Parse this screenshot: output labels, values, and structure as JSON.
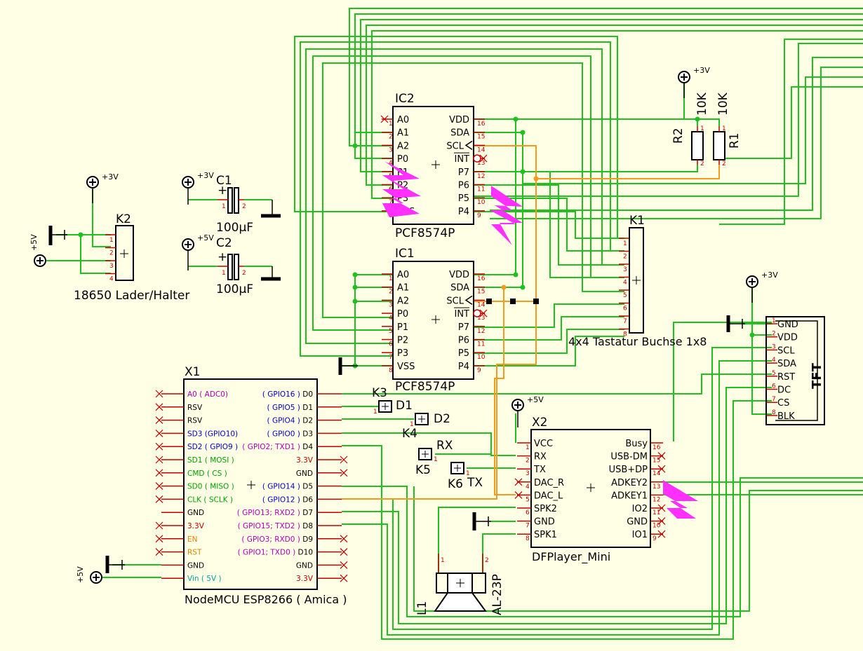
{
  "ic2": {
    "ref": "IC2",
    "part": "PCF8574P",
    "left": [
      "A0",
      "A1",
      "A2",
      "P0",
      "P1",
      "P2",
      "P3",
      "VSS"
    ],
    "left_nums": [
      "1",
      "2",
      "3",
      "4",
      "5",
      "6",
      "7",
      "8"
    ],
    "right": [
      "VDD",
      "SDA",
      "SCL",
      "INT",
      "P7",
      "P6",
      "P5",
      "P4"
    ],
    "right_nums": [
      "16",
      "15",
      "14",
      "13",
      "12",
      "11",
      "10",
      "9"
    ]
  },
  "ic1": {
    "ref": "IC1",
    "part": "PCF8574P",
    "left": [
      "A0",
      "A1",
      "A2",
      "P0",
      "P1",
      "P2",
      "P3",
      "VSS"
    ],
    "left_nums": [
      "1",
      "2",
      "3",
      "4",
      "5",
      "6",
      "7",
      "8"
    ],
    "right": [
      "VDD",
      "SDA",
      "SCL",
      "INT",
      "P7",
      "P6",
      "P5",
      "P4"
    ],
    "right_nums": [
      "16",
      "15",
      "14",
      "13",
      "12",
      "11",
      "10",
      "9"
    ]
  },
  "k2": {
    "ref": "K2",
    "label": "18650 Lader/Halter",
    "nums": [
      "1",
      "2",
      "3",
      "4"
    ]
  },
  "c1": {
    "ref": "C1",
    "value": "100µF",
    "plus": "+",
    "p1": "1",
    "p2": "2"
  },
  "c2": {
    "ref": "C2",
    "value": "100µF",
    "plus": "+",
    "p1": "1",
    "p2": "2"
  },
  "r1": {
    "ref": "R1",
    "value": "10K",
    "p1": "1",
    "p2": "2"
  },
  "r2": {
    "ref": "R2",
    "value": "10K",
    "p1": "1",
    "p2": "2"
  },
  "k1": {
    "ref": "K1",
    "label": "4x4 Tastatur Buchse 1x8",
    "nums": [
      "1",
      "2",
      "3",
      "4",
      "5",
      "6",
      "7",
      "8"
    ]
  },
  "tft": {
    "title": "TFT",
    "pins": [
      "GND",
      "VDD",
      "SCL",
      "SDA",
      "RST",
      "DC",
      "CS",
      "BLK"
    ],
    "nums": [
      "1",
      "2",
      "3",
      "4",
      "5",
      "6",
      "7",
      "8"
    ]
  },
  "x1": {
    "ref": "X1",
    "label": "NodeMCU ESP8266 ( Amica )",
    "left": [
      {
        "t": "A0 ( ADC0)",
        "c": "#B000B0"
      },
      {
        "t": "RSV",
        "c": "#000000"
      },
      {
        "t": "RSV",
        "c": "#000000"
      },
      {
        "t": "SD3 (GPIO10)",
        "c": "#0000C0"
      },
      {
        "t": "SD2 ( GPIO9 )",
        "c": "#0000C0"
      },
      {
        "t": "SD1 ( MOSI )",
        "c": "#00A000"
      },
      {
        "t": "CMD ( CS )",
        "c": "#00A000"
      },
      {
        "t": "SD0 ( MISO )",
        "c": "#00A000"
      },
      {
        "t": "CLK ( SCLK )",
        "c": "#00A000"
      },
      {
        "t": "GND",
        "c": "#000000"
      },
      {
        "t": "3.3V",
        "c": "#C00000"
      },
      {
        "t": "EN",
        "c": "#E08000"
      },
      {
        "t": "RST",
        "c": "#E08000"
      },
      {
        "t": "GND",
        "c": "#000000"
      },
      {
        "t": "Vin ( 5V )",
        "c": "#00A0A0"
      }
    ],
    "right": [
      [
        {
          "t": "( GPIO16 ) ",
          "c": "#0000C0"
        },
        {
          "t": "D0",
          "c": "#000000"
        }
      ],
      [
        {
          "t": "( GPIO5 ) ",
          "c": "#0000C0"
        },
        {
          "t": "D1",
          "c": "#000000"
        }
      ],
      [
        {
          "t": "( GPIO4 ) ",
          "c": "#0000C0"
        },
        {
          "t": "D2",
          "c": "#000000"
        }
      ],
      [
        {
          "t": "( GPIO0 ) ",
          "c": "#0000C0"
        },
        {
          "t": "D3",
          "c": "#000000"
        }
      ],
      [
        {
          "t": "( GPIO2; TXD1 ) ",
          "c": "#B000B0"
        },
        {
          "t": "D4",
          "c": "#000000"
        }
      ],
      [
        {
          "t": "3.3V",
          "c": "#C00000"
        }
      ],
      [
        {
          "t": "GND",
          "c": "#000000"
        }
      ],
      [
        {
          "t": "( GPIO14 ) ",
          "c": "#0000C0"
        },
        {
          "t": "D5",
          "c": "#000000"
        }
      ],
      [
        {
          "t": "( GPIO12 ) ",
          "c": "#0000C0"
        },
        {
          "t": "D6",
          "c": "#000000"
        }
      ],
      [
        {
          "t": "( GPIO13; RXD2 ) ",
          "c": "#B000B0"
        },
        {
          "t": "D7",
          "c": "#000000"
        }
      ],
      [
        {
          "t": "( GPIO15; TXD2 ) ",
          "c": "#B000B0"
        },
        {
          "t": "D8",
          "c": "#000000"
        }
      ],
      [
        {
          "t": "( GPIO3; RXD0 ) ",
          "c": "#B000B0"
        },
        {
          "t": "D9",
          "c": "#000000"
        }
      ],
      [
        {
          "t": "( GPIO1; TXD0 ) ",
          "c": "#B000B0"
        },
        {
          "t": "D10",
          "c": "#000000"
        }
      ],
      [
        {
          "t": "GND",
          "c": "#000000"
        }
      ],
      [
        {
          "t": "3.3V",
          "c": "#C00000"
        }
      ]
    ]
  },
  "x2": {
    "ref": "X2",
    "label": "DFPlayer_Mini",
    "left": [
      "VCC",
      "RX",
      "TX",
      "DAC_R",
      "DAC_L",
      "SPK2",
      "GND",
      "SPK1"
    ],
    "left_nums": [
      "1",
      "2",
      "3",
      "4",
      "5",
      "6",
      "7",
      "8"
    ],
    "right": [
      "Busy",
      "USB-DM",
      "USB+DP",
      "ADKEY2",
      "ADKEY1",
      "IO2",
      "GND",
      "IO1"
    ],
    "right_nums": [
      "16",
      "15",
      "14",
      "13",
      "12",
      "11",
      "10",
      "9"
    ]
  },
  "k3": {
    "ref": "K3",
    "label": "D1",
    "num": "1"
  },
  "k4": {
    "ref": "K4",
    "label": "D2",
    "num": "1"
  },
  "k5": {
    "ref": "K5",
    "label": "RX",
    "num": "1"
  },
  "k6": {
    "ref": "K6",
    "label": "TX",
    "num": "1"
  },
  "l1": {
    "ref": "L1",
    "part": "AL-23P",
    "p1": "1",
    "p2": "2"
  },
  "power": {
    "v3": "+3V",
    "v5": "+5V"
  }
}
